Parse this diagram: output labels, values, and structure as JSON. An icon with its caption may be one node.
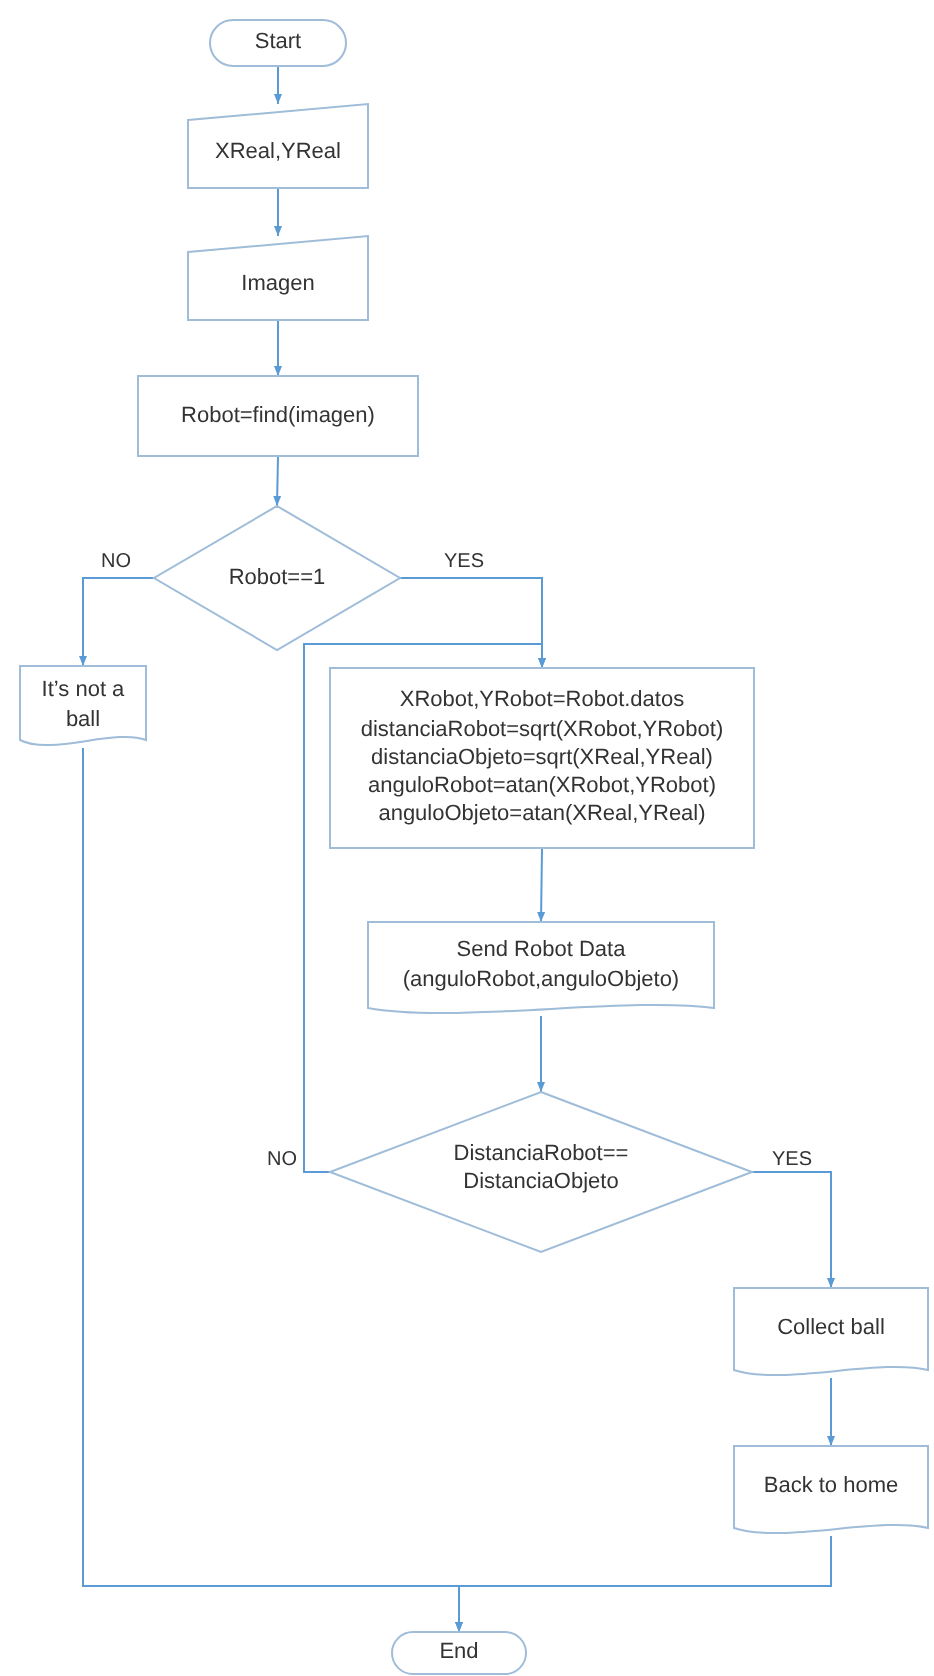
{
  "diagram": {
    "nodes": [
      {
        "text": [
          "Start"
        ]
      },
      {
        "text": [
          "XReal,YReal"
        ]
      },
      {
        "text": [
          "Imagen"
        ]
      },
      {
        "text": [
          "Robot=find(imagen)"
        ]
      },
      {
        "text": [
          "Robot==1"
        ]
      },
      {
        "text": [
          "It’s not a ball"
        ]
      },
      {
        "text": [
          "XRobot,YRobot=Robot.datos distanciaRobot=sqrt(XRobot,YRobot) distanciaObjeto=sqrt(XReal,YReal) anguloRobot=atan(XRobot,YRobot) anguloObjeto=atan(XReal,YReal)"
        ]
      },
      {
        "text": [
          "Send Robot Data (anguloRobot,anguloObjeto)"
        ]
      },
      {
        "text": [
          "DistanciaRobot== DistanciaObjeto"
        ]
      },
      {
        "text": [
          "Collect ball"
        ]
      },
      {
        "text": [
          "Back to home"
        ]
      },
      {
        "text": [
          "End"
        ]
      }
    ],
    "edges": [
      {
        "from": 0,
        "to": 1,
        "arrow": "to"
      },
      {
        "from": 1,
        "to": 2,
        "arrow": "to"
      },
      {
        "from": 2,
        "to": 3,
        "arrow": "to"
      },
      {
        "from": 3,
        "to": 4,
        "arrow": "to"
      },
      {
        "from": 4,
        "to": 5,
        "arrow": "to",
        "label": "NO"
      },
      {
        "from": 4,
        "to": 6,
        "arrow": "to",
        "label": "YES"
      },
      {
        "from": 6,
        "to": 7,
        "arrow": "to"
      },
      {
        "from": 7,
        "to": 8,
        "arrow": "to"
      },
      {
        "from": 8,
        "to": 6,
        "arrow": "to",
        "label": "NO"
      },
      {
        "from": 8,
        "to": 9,
        "arrow": "to",
        "label": "YES"
      },
      {
        "from": 9,
        "to": 10,
        "arrow": "to"
      },
      {
        "from": 5,
        "to": 11,
        "arrow": "to"
      },
      {
        "from": 10,
        "to": 11,
        "arrow": "to"
      }
    ]
  }
}
